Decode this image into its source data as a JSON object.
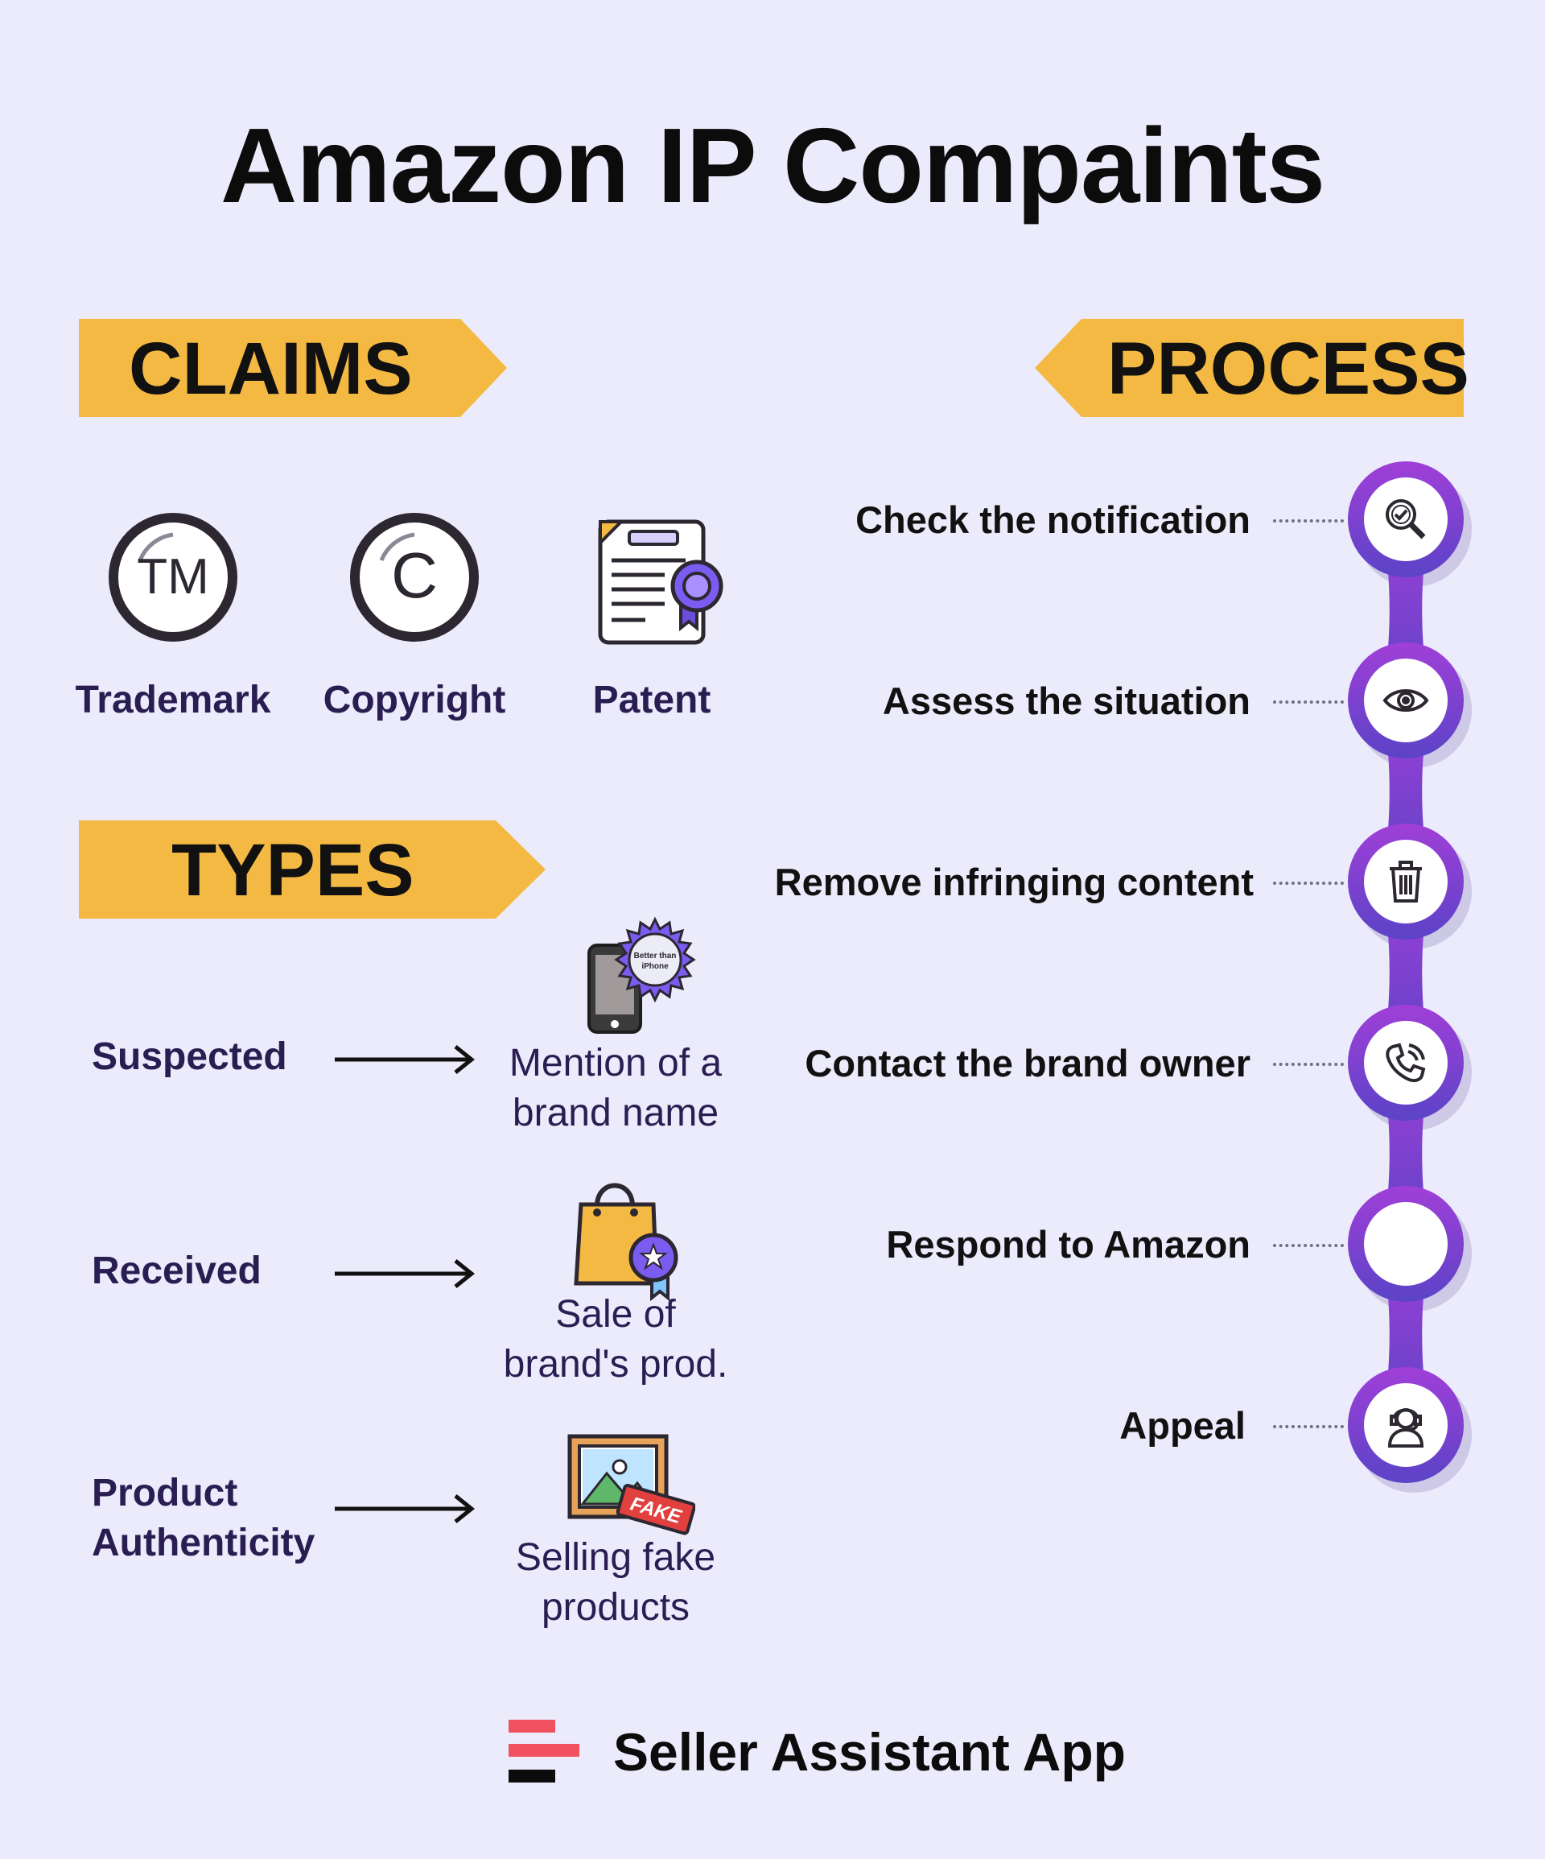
{
  "title": "Amazon IP Compaints",
  "claims": {
    "heading": "CLAIMS",
    "items": [
      {
        "label": "Trademark",
        "icon": "trademark-icon",
        "glyph": "TM"
      },
      {
        "label": "Copyright",
        "icon": "copyright-icon",
        "glyph": "C"
      },
      {
        "label": "Patent",
        "icon": "patent-certificate-icon"
      }
    ]
  },
  "types": {
    "heading": "TYPES",
    "items": [
      {
        "label": "Suspected",
        "desc_line1": "Mention of a",
        "desc_line2": "brand name",
        "icon": "phone-badge-icon",
        "badge_line1": "Better than",
        "badge_line2": "iPhone"
      },
      {
        "label": "Received",
        "desc_line1": "Sale of",
        "desc_line2": "brand's prod.",
        "icon": "shopping-bag-badge-icon"
      },
      {
        "label_line1": "Product",
        "label_line2": "Authenticity",
        "desc_line1": "Selling fake",
        "desc_line2": "products",
        "icon": "fake-picture-icon",
        "stamp": "FAKE"
      }
    ]
  },
  "process": {
    "heading": "PROCESS",
    "steps": [
      {
        "label": "Check the notification",
        "icon": "magnifier-check-icon"
      },
      {
        "label": "Assess the situation",
        "icon": "eye-icon"
      },
      {
        "label": "Remove infringing content",
        "icon": "trash-icon"
      },
      {
        "label": "Contact the brand owner",
        "icon": "phone-call-icon"
      },
      {
        "label": "Respond to Amazon",
        "icon": "blank-circle"
      },
      {
        "label": "Appeal",
        "icon": "support-agent-icon"
      }
    ]
  },
  "footer": {
    "brand": "Seller Assistant App",
    "logo_icon": "seller-assistant-logo-icon"
  },
  "colors": {
    "background": "#ebebfb",
    "ribbon": "#f4b942",
    "text_dark": "#111111",
    "label_purple": "#2a1d52",
    "process_top": "#a03fd8",
    "process_bottom": "#5b43c7",
    "logo_red": "#f0525f"
  }
}
